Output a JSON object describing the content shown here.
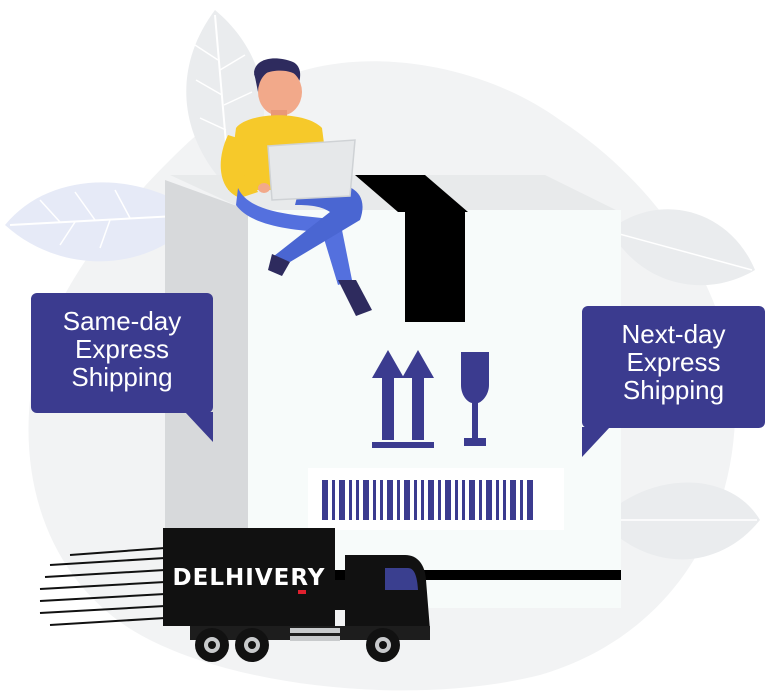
{
  "bubbles": {
    "left": {
      "lines": [
        "Same-day",
        "Express",
        "Shipping"
      ]
    },
    "right": {
      "lines": [
        "Next-day",
        "Express",
        "Shipping"
      ]
    }
  },
  "truck": {
    "brand": "DELHIVERY"
  },
  "colors": {
    "bubble": "#3b3b8f",
    "box_face": "#f7fbfa",
    "box_side": "#d7d9db",
    "tape": "#000000",
    "icon_blue": "#3b3b8f",
    "barcode": "#3b3b8f",
    "shirt": "#f6c92a",
    "pants": "#5470de",
    "truck": "#111111",
    "brand_accent": "#e0202e"
  },
  "icons": [
    "this-way-up-arrows-icon",
    "fragile-glass-icon",
    "barcode-icon",
    "laptop-icon"
  ]
}
